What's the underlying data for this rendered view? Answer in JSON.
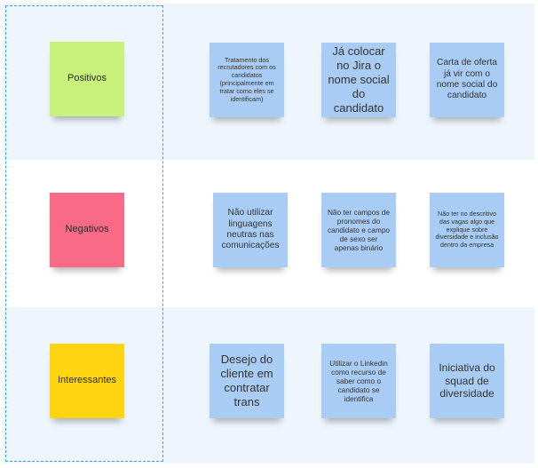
{
  "rows": [
    {
      "category": "Positivos",
      "notes": [
        "Tratamento dos recrutadores com os candidatos (principalmente em tratar como eles se identificam)",
        "Já colocar no Jira o nome social do candidato",
        "Carta de oferta já vir com o nome social do candidato"
      ]
    },
    {
      "category": "Negativos",
      "notes": [
        "Não utilizar linguagens neutras nas comunicações",
        "Não ter campos de pronomes do candidato e campo de sexo ser apenas binário",
        "Não ter no descritivo das vagas algo que explique sobre diversidade e inclusão dentro da empresa"
      ]
    },
    {
      "category": "Interessantes",
      "notes": [
        "Desejo do cliente em contratar trans",
        "Utilizar o Linkedin como recurso de saber como o candidato se identifica",
        "Iniciativa do squad de diversidade"
      ]
    }
  ],
  "colors": {
    "positivos": "#c9f27a",
    "negativos": "#f86a86",
    "interessantes": "#ffd511",
    "note": "#a9ccf5",
    "frame_border": "#3aa3dd",
    "band": "#eef5fc"
  }
}
